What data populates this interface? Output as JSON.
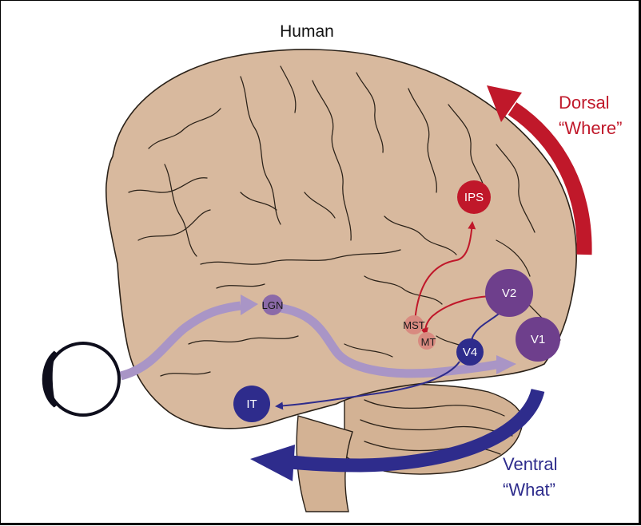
{
  "title": "Human",
  "dorsal_stream": {
    "label_line1": "Dorsal",
    "label_line2": "“Where”"
  },
  "ventral_stream": {
    "label_line1": "Ventral",
    "label_line2": "“What”"
  },
  "areas": {
    "lgn": "LGN",
    "v1": "V1",
    "v2": "V2",
    "v4": "V4",
    "it": "IT",
    "mst": "MST",
    "mt": "MT",
    "ips": "IPS"
  },
  "colors": {
    "brain": "#d8b99e",
    "dorsal": "#c0182a",
    "ventral": "#2e2c8c",
    "early_visual": "#6e3f8c",
    "retinal_pathway": "#a995c6",
    "mt_mst": "#d88a80"
  },
  "icons": {
    "eye": "eye-icon"
  }
}
